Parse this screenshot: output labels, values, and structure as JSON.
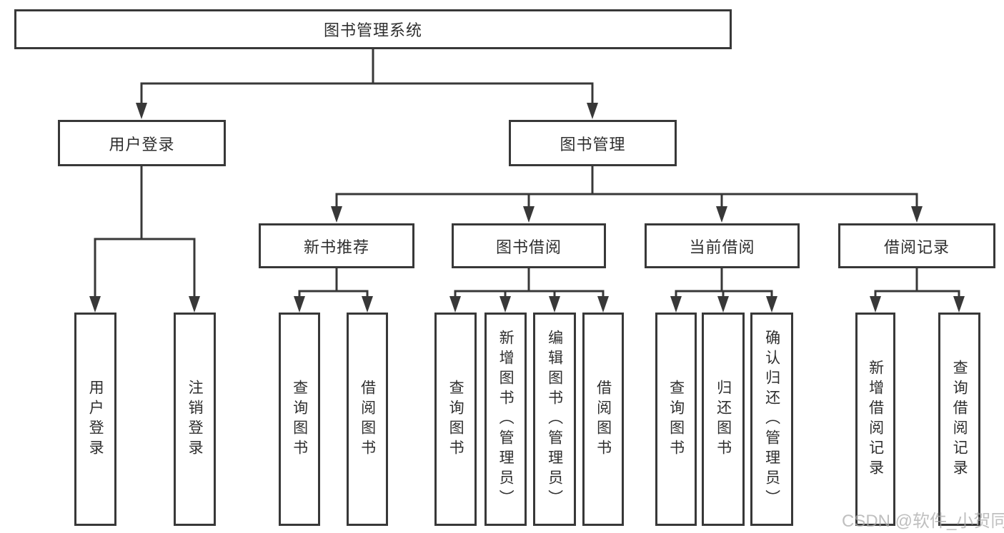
{
  "diagram": {
    "type": "tree",
    "title": "图书管理系统",
    "root": {
      "label": "图书管理系统",
      "children": [
        {
          "label": "用户登录",
          "children": [
            {
              "label": "用户登录"
            },
            {
              "label": "注销登录"
            }
          ]
        },
        {
          "label": "图书管理",
          "children": [
            {
              "label": "新书推荐",
              "children": [
                {
                  "label": "查询图书"
                },
                {
                  "label": "借阅图书"
                }
              ]
            },
            {
              "label": "图书借阅",
              "children": [
                {
                  "label": "查询图书"
                },
                {
                  "label": "新增图书（管理员）"
                },
                {
                  "label": "编辑图书（管理员）"
                },
                {
                  "label": "借阅图书"
                }
              ]
            },
            {
              "label": "当前借阅",
              "children": [
                {
                  "label": "查询图书"
                },
                {
                  "label": "归还图书"
                },
                {
                  "label": "确认归还（管理员）"
                }
              ]
            },
            {
              "label": "借阅记录",
              "children": [
                {
                  "label": "新增借阅记录"
                },
                {
                  "label": "查询借阅记录"
                }
              ]
            }
          ]
        }
      ]
    },
    "colors": {
      "line": "#383838",
      "text": "#2f2f2f",
      "background": "#ffffff",
      "watermark": "#aaaaaa"
    }
  },
  "watermark": {
    "text": "CSDN @软件_小贺同学"
  }
}
